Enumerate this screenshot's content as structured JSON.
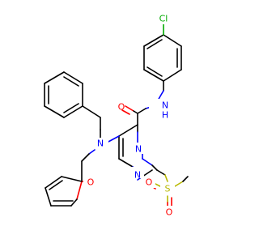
{
  "atoms": {
    "cl": "Cl",
    "n_amide": "N",
    "h_amide": "H",
    "o_amide": "O",
    "n_amine": "N",
    "n_ring_top": "N",
    "n_ring_bottom": "N",
    "o_furan": "O",
    "s": "S",
    "o_s_left": "O",
    "o_s_right": "O"
  },
  "colors": {
    "nitrogen": "#0000ff",
    "oxygen": "#ff0000",
    "chlorine": "#00aa00",
    "sulfur": "#b8b800",
    "carbon": "#000000"
  }
}
